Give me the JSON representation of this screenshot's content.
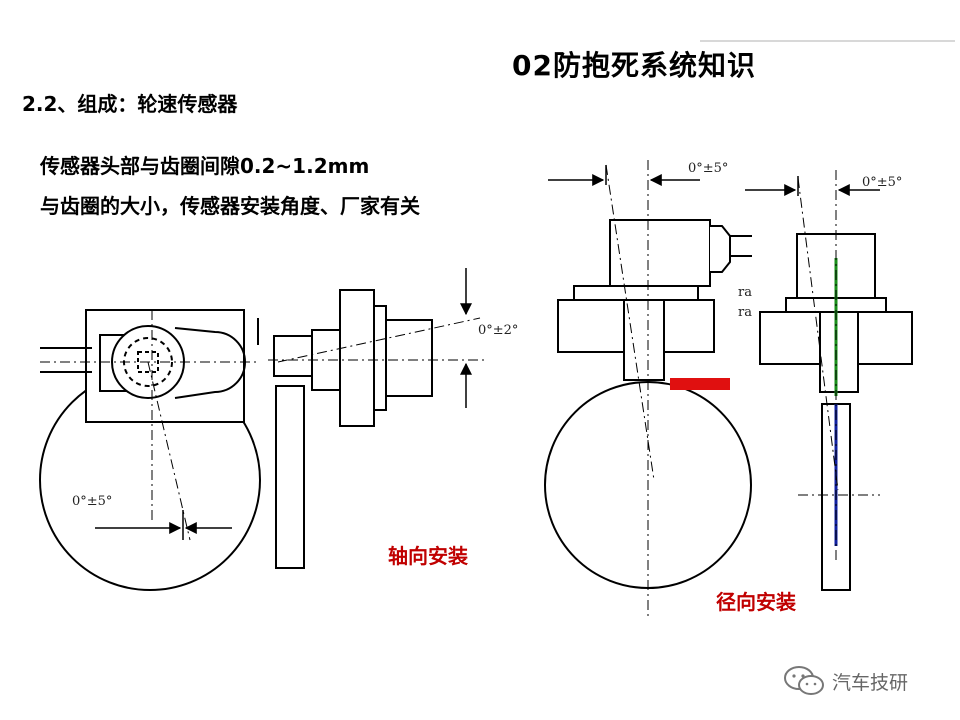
{
  "header": {
    "title": "02防抱死系统知识",
    "section": "2.2、组成：轮速传感器"
  },
  "notes": [
    "传感器头部与齿圈间隙0.2~1.2mm",
    "与齿圈的大小，传感器安装角度、厂家有关"
  ],
  "diagram": {
    "axial_angle_left": "0°±5°",
    "axial_angle_right": "0°±2°",
    "radial_angle_left": "0°±5°",
    "radial_angle_right": "0°±5°",
    "small_marks": [
      "ra",
      "ra"
    ],
    "caption_axial": "轴向安装",
    "caption_radial": "径向安装",
    "caption_color": "#c00000",
    "gap_marker_color": "#e01010",
    "accent_green": "#1a8f1a",
    "accent_blue": "#1020a0"
  },
  "footer": {
    "icon": "wechat-icon",
    "account": "汽车技研"
  }
}
